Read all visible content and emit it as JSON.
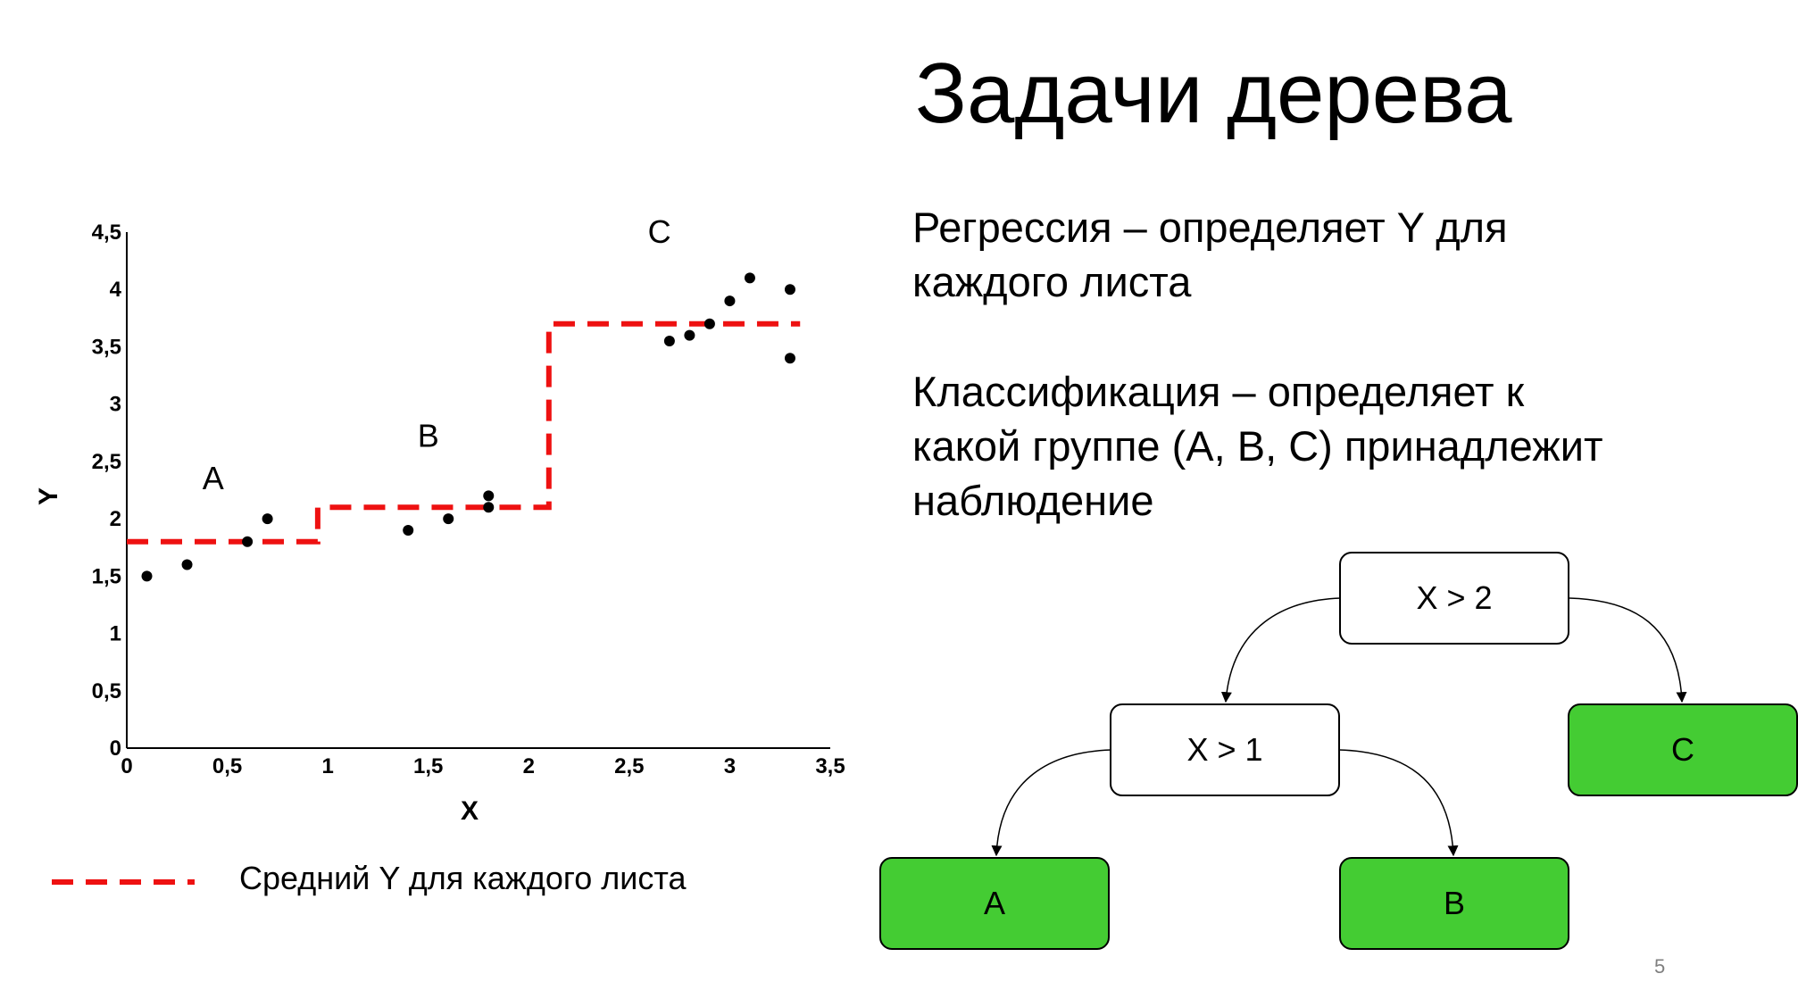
{
  "title": "Задачи дерева",
  "text": {
    "regression": [
      "Регрессия – определяет Y для",
      "каждого листа"
    ],
    "classification": [
      "Классификация – определяет к",
      "какой группе (A, B, C) принадлежит",
      "наблюдение"
    ]
  },
  "chart_data": {
    "type": "scatter",
    "xlabel": "X",
    "ylabel": "Y",
    "xlim": [
      0,
      3.5
    ],
    "ylim": [
      0,
      4.5
    ],
    "x_ticks": [
      "0",
      "0,5",
      "1",
      "1,5",
      "2",
      "2,5",
      "3",
      "3,5"
    ],
    "y_ticks": [
      "0",
      "0,5",
      "1",
      "1,5",
      "2",
      "2,5",
      "3",
      "3,5",
      "4",
      "4,5"
    ],
    "points": [
      {
        "x": 0.1,
        "y": 1.5
      },
      {
        "x": 0.3,
        "y": 1.6
      },
      {
        "x": 0.6,
        "y": 1.8
      },
      {
        "x": 0.7,
        "y": 2.0
      },
      {
        "x": 1.4,
        "y": 1.9
      },
      {
        "x": 1.6,
        "y": 2.0
      },
      {
        "x": 1.8,
        "y": 2.1
      },
      {
        "x": 1.8,
        "y": 2.2
      },
      {
        "x": 2.7,
        "y": 3.55
      },
      {
        "x": 2.8,
        "y": 3.6
      },
      {
        "x": 2.9,
        "y": 3.7
      },
      {
        "x": 3.0,
        "y": 3.9
      },
      {
        "x": 3.1,
        "y": 4.1
      },
      {
        "x": 3.3,
        "y": 4.0
      },
      {
        "x": 3.3,
        "y": 3.4
      }
    ],
    "step_line": [
      {
        "x_start": 0.0,
        "x_end": 0.95,
        "y": 1.8
      },
      {
        "x_start": 0.95,
        "x_end": 2.1,
        "y": 2.1
      },
      {
        "x_start": 2.1,
        "x_end": 3.35,
        "y": 3.7
      }
    ],
    "group_labels": [
      {
        "text": "A",
        "x": 0.43,
        "y": 2.35
      },
      {
        "text": "B",
        "x": 1.5,
        "y": 2.72
      },
      {
        "text": "C",
        "x": 2.65,
        "y": 4.5
      }
    ],
    "legend": {
      "label": "Средний Y для каждого листа",
      "color": "#ee1111",
      "style": "dashed"
    },
    "point_color": "#000000"
  },
  "tree": {
    "root": "X > 2",
    "mid": "X > 1",
    "leaf_a": "A",
    "leaf_b": "B",
    "leaf_c": "C",
    "leaf_color": "#44cc33"
  },
  "page_number": "5"
}
